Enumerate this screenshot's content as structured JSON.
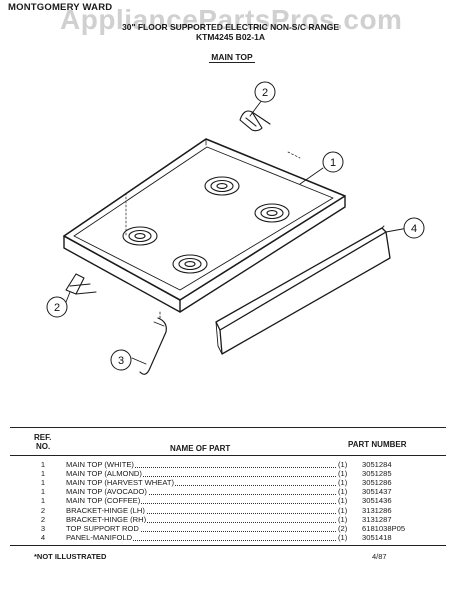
{
  "header": {
    "brand": "MONTGOMERY WARD",
    "watermark": "AppliancePartsPros.com",
    "title_line1": "30\" FLOOR SUPPORTED ELECTRIC NON-S/C RANGE",
    "title_line2": "KTM4245 B02-1A",
    "section": "MAIN TOP"
  },
  "diagram": {
    "callouts": [
      "1",
      "2",
      "3",
      "4",
      "2"
    ]
  },
  "parts_table": {
    "headers": {
      "ref_line1": "REF.",
      "ref_line2": "NO.",
      "name": "NAME OF PART",
      "part_number": "PART NUMBER"
    },
    "rows": [
      {
        "ref": "1",
        "name": "MAIN TOP (WHITE)",
        "qty": "(1)",
        "part": "3051284"
      },
      {
        "ref": "1",
        "name": "MAIN TOP (ALMOND)",
        "qty": "(1)",
        "part": "3051285"
      },
      {
        "ref": "1",
        "name": "MAIN TOP (HARVEST WHEAT)",
        "qty": "(1)",
        "part": "3051286"
      },
      {
        "ref": "1",
        "name": "MAIN TOP (AVOCADO)",
        "qty": "(1)",
        "part": "3051437"
      },
      {
        "ref": "1",
        "name": "MAIN TOP (COFFEE)",
        "qty": "(1)",
        "part": "3051436"
      },
      {
        "ref": "2",
        "name": "BRACKET-HINGE (LH)",
        "qty": "(1)",
        "part": "3131286"
      },
      {
        "ref": "2",
        "name": "BRACKET-HINGE (RH)",
        "qty": "(1)",
        "part": "3131287"
      },
      {
        "ref": "3",
        "name": "TOP SUPPORT ROD",
        "qty": "(2)",
        "part": "6181038P05"
      },
      {
        "ref": "4",
        "name": "PANEL-MANIFOLD",
        "qty": "(1)",
        "part": "3051418"
      }
    ]
  },
  "footer": {
    "note": "*NOT ILLUSTRATED",
    "date": "4/87"
  }
}
